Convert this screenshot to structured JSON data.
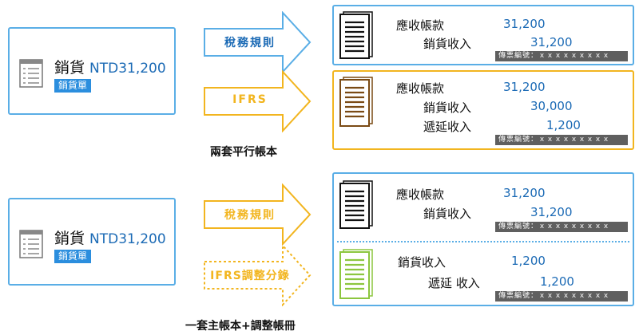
{
  "sales": [
    {
      "title": "銷貨",
      "amount": "NTD31,200",
      "tag": "銷貨單"
    },
    {
      "title": "銷貨",
      "amount": "NTD31,200",
      "tag": "銷貨單"
    }
  ],
  "arrows": {
    "tax_top": "稅務規則",
    "ifrs": "IFRS",
    "tax_bottom": "稅務規則",
    "ifrs_adjust": "IFRS調整分錄"
  },
  "captions": {
    "top": "兩套平行帳本",
    "bottom": "一套主帳本+調整帳冊"
  },
  "ledgers": {
    "tax_top": {
      "rows": [
        {
          "label": "應收帳款",
          "value": "31,200"
        },
        {
          "label": "銷貨收入",
          "value": "31,200"
        }
      ],
      "voucher": "傳票編號：ｘｘｘｘｘｘｘｘｘ"
    },
    "ifrs": {
      "rows": [
        {
          "label": "應收帳款",
          "value": "31,200"
        },
        {
          "label": "銷貨收入",
          "value": "30,000"
        },
        {
          "label": "遞延收入",
          "value": "1,200"
        }
      ],
      "voucher": "傳票編號：ｘｘｘｘｘｘｘｘｘ"
    },
    "main": {
      "rows": [
        {
          "label": "應收帳款",
          "value": "31,200"
        },
        {
          "label": "銷貨收入",
          "value": "31,200"
        }
      ],
      "voucher": "傳票編號：ｘｘｘｘｘｘｘｘｘ"
    },
    "adjust": {
      "rows": [
        {
          "label": "銷貨收入",
          "value": "1,200"
        },
        {
          "label": "遞延 收入",
          "value": "1,200"
        }
      ],
      "voucher": "傳票編號：ｘｘｘｘｘｘｘｘｘ"
    }
  },
  "colors": {
    "blue": "#5aaee6",
    "gold": "#f2b51f",
    "brown": "#7a4a14",
    "green": "#8cc63e",
    "text_blue": "#1b6ab5"
  }
}
